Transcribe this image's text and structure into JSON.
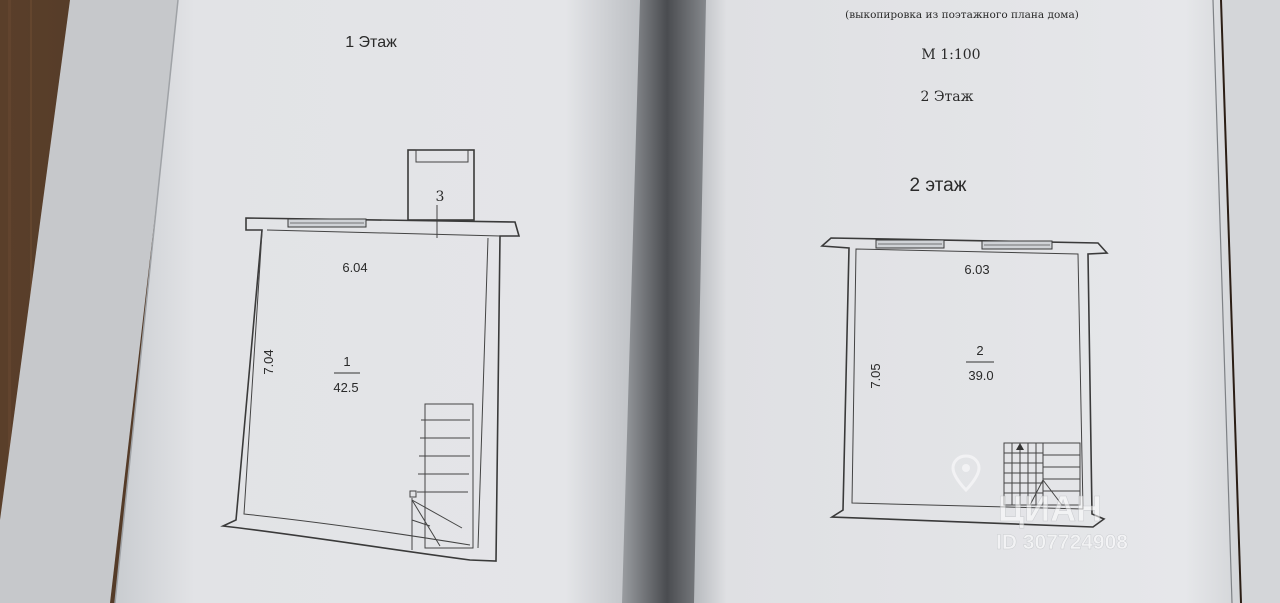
{
  "left_page": {
    "floor_title": "1 Этаж",
    "plan": {
      "room_number": "1",
      "room_area": "42.5",
      "width_label": "6.04",
      "height_label": "7.04",
      "annex_number": "3"
    }
  },
  "right_page": {
    "copy_note": "(выкопировка из поэтажного плана дома)",
    "scale": "М 1:100",
    "floor_title": "2 Этаж",
    "floor_heading": "2 этаж",
    "plan": {
      "room_number": "2",
      "room_area": "39.0",
      "width_label": "6.03",
      "height_label": "7.05"
    }
  },
  "watermark": {
    "brand": "ЦИАН",
    "id_text": "ID 307724908"
  },
  "colors": {
    "wood": "#3b2a1e",
    "paper": "#dcdde0",
    "ink": "#2a2a2a"
  }
}
